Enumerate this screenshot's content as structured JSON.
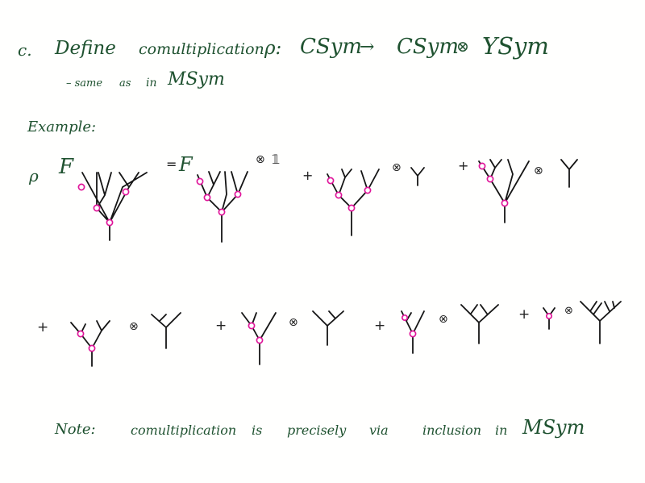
{
  "header": {
    "label": "c.",
    "define": "Define",
    "comult": "comultiplication",
    "rho": "ρ:",
    "csym": "CSym",
    "arrow": "→",
    "csym2": "CSym",
    "otimes": "⊗",
    "ysym": "YSym"
  },
  "subline": {
    "dash": "– same",
    "as": "as",
    "in": "in",
    "msym": "MSym"
  },
  "example": {
    "label": "Example:"
  },
  "equation": {
    "rho": "ρ",
    "F": "F",
    "eq": "=",
    "F2": "F",
    "otimes": "⊗",
    "one": "𝟙",
    "plus": "+"
  },
  "note": {
    "label": "Note:",
    "w1": "comultiplication",
    "w2": "is",
    "w3": "precisely",
    "w4": "via",
    "w5": "inclusion",
    "w6": "in",
    "w7": "MSym"
  },
  "colors": {
    "ink": "#1f5230",
    "tree": "#151515",
    "node_marker": "#e0159a"
  }
}
